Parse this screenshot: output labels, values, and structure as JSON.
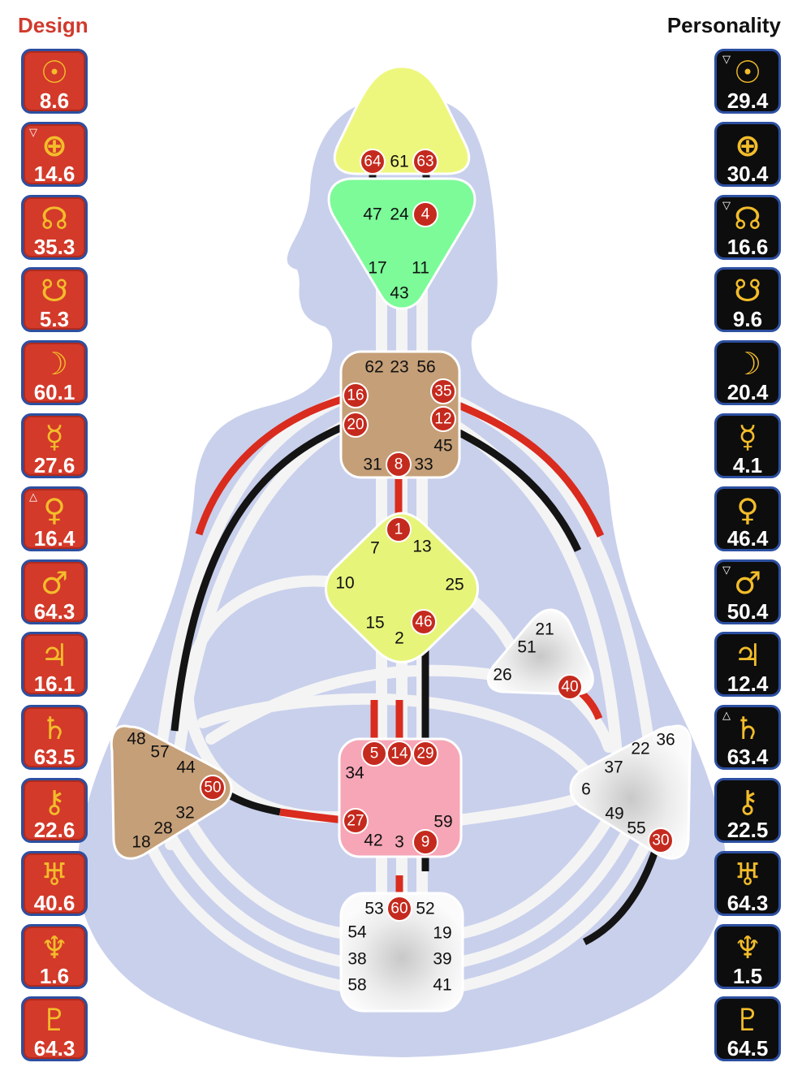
{
  "headers": {
    "design": "Design",
    "personality": "Personality"
  },
  "colors": {
    "design_red": "#d33a2a",
    "personality_black": "#0d0d0d",
    "glyph_gold": "#f3bd2a",
    "silhouette": "#c9d0ec",
    "head_center": "#eef77d",
    "ajna_center": "#7cfb98",
    "throat_center": "#c59f78",
    "g_center": "#e6f47a",
    "sacral_center": "#f6a6b6",
    "open_center": "#f2f2f2"
  },
  "design": [
    {
      "icon": "sun-icon",
      "glyph": "☉",
      "value": "8.6",
      "arrow": ""
    },
    {
      "icon": "earth-icon",
      "glyph": "⊕",
      "value": "14.6",
      "arrow": "▽"
    },
    {
      "icon": "north-node-icon",
      "glyph": "☊",
      "value": "35.3",
      "arrow": ""
    },
    {
      "icon": "south-node-icon",
      "glyph": "☋",
      "value": "5.3",
      "arrow": ""
    },
    {
      "icon": "moon-icon",
      "glyph": "☽",
      "value": "60.1",
      "arrow": ""
    },
    {
      "icon": "mercury-icon",
      "glyph": "☿",
      "value": "27.6",
      "arrow": ""
    },
    {
      "icon": "venus-icon",
      "glyph": "♀",
      "value": "16.4",
      "arrow": "△"
    },
    {
      "icon": "mars-icon",
      "glyph": "♂",
      "value": "64.3",
      "arrow": ""
    },
    {
      "icon": "jupiter-icon",
      "glyph": "♃",
      "value": "16.1",
      "arrow": ""
    },
    {
      "icon": "saturn-icon",
      "glyph": "♄",
      "value": "63.5",
      "arrow": ""
    },
    {
      "icon": "chiron-icon",
      "glyph": "⚷",
      "value": "22.6",
      "arrow": ""
    },
    {
      "icon": "uranus-icon",
      "glyph": "♅",
      "value": "40.6",
      "arrow": ""
    },
    {
      "icon": "neptune-icon",
      "glyph": "♆",
      "value": "1.6",
      "arrow": ""
    },
    {
      "icon": "pluto-icon",
      "glyph": "♇",
      "value": "64.3",
      "arrow": ""
    }
  ],
  "personality": [
    {
      "icon": "sun-icon",
      "glyph": "☉",
      "value": "29.4",
      "arrow": "▽"
    },
    {
      "icon": "earth-icon",
      "glyph": "⊕",
      "value": "30.4",
      "arrow": ""
    },
    {
      "icon": "north-node-icon",
      "glyph": "☊",
      "value": "16.6",
      "arrow": "▽"
    },
    {
      "icon": "south-node-icon",
      "glyph": "☋",
      "value": "9.6",
      "arrow": ""
    },
    {
      "icon": "moon-icon",
      "glyph": "☽",
      "value": "20.4",
      "arrow": ""
    },
    {
      "icon": "mercury-icon",
      "glyph": "☿",
      "value": "4.1",
      "arrow": ""
    },
    {
      "icon": "venus-icon",
      "glyph": "♀",
      "value": "46.4",
      "arrow": ""
    },
    {
      "icon": "mars-icon",
      "glyph": "♂",
      "value": "50.4",
      "arrow": "▽"
    },
    {
      "icon": "jupiter-icon",
      "glyph": "♃",
      "value": "12.4",
      "arrow": ""
    },
    {
      "icon": "saturn-icon",
      "glyph": "♄",
      "value": "63.4",
      "arrow": "△"
    },
    {
      "icon": "chiron-icon",
      "glyph": "⚷",
      "value": "22.5",
      "arrow": ""
    },
    {
      "icon": "uranus-icon",
      "glyph": "♅",
      "value": "64.3",
      "arrow": ""
    },
    {
      "icon": "neptune-icon",
      "glyph": "♆",
      "value": "1.5",
      "arrow": ""
    },
    {
      "icon": "pluto-icon",
      "glyph": "♇",
      "value": "64.5",
      "arrow": ""
    }
  ],
  "gates": {
    "head": [
      "64",
      "61",
      "63"
    ],
    "ajna": [
      "47",
      "24",
      "4",
      "17",
      "11",
      "43"
    ],
    "throat": [
      "62",
      "23",
      "56",
      "16",
      "35",
      "20",
      "12",
      "45",
      "31",
      "8",
      "33"
    ],
    "g": [
      "1",
      "7",
      "13",
      "10",
      "25",
      "15",
      "2",
      "46"
    ],
    "ego": [
      "21",
      "51",
      "26",
      "40"
    ],
    "spleen": [
      "48",
      "57",
      "44",
      "50",
      "32",
      "28",
      "18"
    ],
    "sacral": [
      "5",
      "14",
      "29",
      "34",
      "27",
      "59",
      "42",
      "3",
      "9"
    ],
    "solar_plexus": [
      "36",
      "22",
      "37",
      "6",
      "49",
      "55",
      "30"
    ],
    "root": [
      "53",
      "60",
      "52",
      "54",
      "19",
      "38",
      "39",
      "58",
      "41"
    ]
  }
}
